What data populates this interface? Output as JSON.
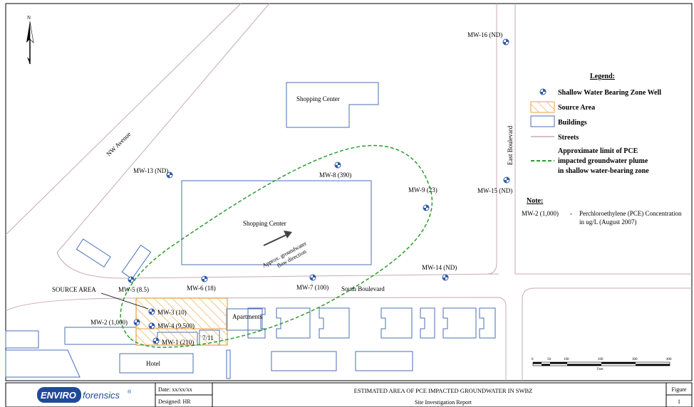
{
  "north": {
    "letter": "N"
  },
  "streets": {
    "nw_avenue": "NW Avenue",
    "south_boulevard": "South Boulevard",
    "east_boulevard": "East Boulevard"
  },
  "buildings": {
    "shopping_center_north": "Shopping Center",
    "shopping_center_main": "Shopping Center",
    "apartments": "Apartments",
    "hotel": "Hotel",
    "seven_eleven": "7/11"
  },
  "flow": {
    "line1": "Approx. groundwater",
    "line2": "flow direction"
  },
  "source_area_label": "SOURCE AREA",
  "wells": {
    "mw16": "MW-16 (ND)",
    "mw13": "MW-13 (ND)",
    "mw8": "MW-8 (390)",
    "mw9": "MW-9 (23)",
    "mw15": "MW-15 (ND)",
    "mw14": "MW-14 (ND)",
    "mw5": "MW-5 (8.5)",
    "mw6": "MW-6 (18)",
    "mw7": "MW-7 (100)",
    "mw3": "MW-3 (10)",
    "mw2": "MW-2 (1,000)",
    "mw4": "MW-4 (9,500)",
    "mw1": "MW-1 (210)"
  },
  "legend": {
    "title": "Legend:",
    "well": "Shallow Water Bearing Zone Well",
    "source": "Source Area",
    "buildings": "Buildings",
    "streets": "Streets",
    "plume_line1": "Approximate limit of PCE",
    "plume_line2": "impacted groundwater plume",
    "plume_line3": "in shallow water-bearing zone",
    "colors": {
      "source": "#e8a040",
      "building": "#4a6fb5",
      "street": "#c9a9b6",
      "plume": "#2a9d2a"
    }
  },
  "note": {
    "title": "Note:",
    "key": "MW-2 (1,000)",
    "dash": "-",
    "line1": "Perchloroethylene (PCE) Concentration",
    "line2": "in ug/L (August 2007)"
  },
  "scale": {
    "ticks": [
      "0",
      "50",
      "100",
      "200",
      "300",
      "400"
    ],
    "unit": "Feet"
  },
  "title_block": {
    "logo_left": "ENVIRO",
    "logo_right": "forensics",
    "logo_mark": "®",
    "date": "Date: xx/xx/xx",
    "designed": "Designed: HR",
    "title": "ESTIMATED AREA OF PCE IMPACTED GROUNDWATER IN SWBZ",
    "subtitle": "Site Investigation Report",
    "figure_label": "Figure",
    "figure_number": "1"
  }
}
